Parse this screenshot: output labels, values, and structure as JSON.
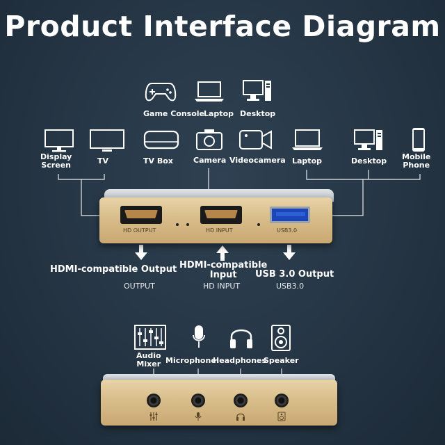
{
  "title": "Product Interface Diagram",
  "top_devices": [
    "Game Console",
    "Laptop",
    "Desktop"
  ],
  "devices": {
    "display_screen": "Display\nScreen",
    "tv": "TV",
    "tv_box": "TV Box",
    "camera": "Camera",
    "videocamera": "Videocamera",
    "laptop": "Laptop",
    "desktop": "Desktop",
    "mobile_phone": "Mobile\nPhone"
  },
  "ports": {
    "hd_output": "HD OUTPUT",
    "hd_input": "HD INPUT",
    "usb": "USB3.0"
  },
  "io": {
    "output_title": "HDMI-compatible Output",
    "output_sub": "OUTPUT",
    "input_title": "HDMI-compatible\nInput",
    "input_sub": "HD INPUT",
    "usb_title": "USB 3.0 Output",
    "usb_sub": "USB3.0"
  },
  "audio": {
    "audio_mixer": "Audio\nMixer",
    "microphone": "Microphone",
    "headphones": "Headphones",
    "speaker": "Speaker"
  }
}
